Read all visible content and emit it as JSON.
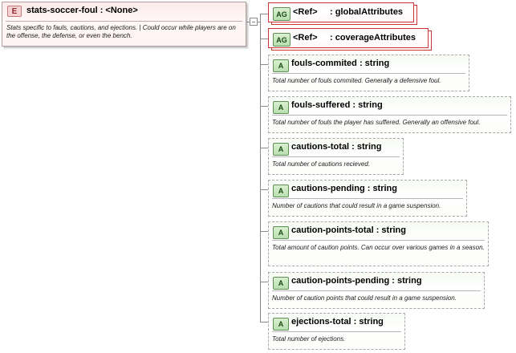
{
  "element": {
    "badge": "E",
    "title": "stats-soccer-foul : <None>",
    "doc": "Stats specific to fauls, cautions, and ejections. | Could occur while players are on the offense, the defense, or even the bench."
  },
  "attribute_groups": [
    {
      "badge": "AG",
      "ref": "<Ref>",
      "name": ": globalAttributes"
    },
    {
      "badge": "AG",
      "ref": "<Ref>",
      "name": ": coverageAttributes"
    }
  ],
  "attributes": [
    {
      "badge": "A",
      "title": "fouls-commited : string",
      "doc": "Total number of fouls commited. Generally a defensive foul."
    },
    {
      "badge": "A",
      "title": "fouls-suffered : string",
      "doc": "Total number of fouls the player has suffered. Generally an offensive foul."
    },
    {
      "badge": "A",
      "title": "cautions-total : string",
      "doc": "Total number of cautions recieved."
    },
    {
      "badge": "A",
      "title": "cautions-pending : string",
      "doc": "Number of cautions that could result in a game suspension."
    },
    {
      "badge": "A",
      "title": "caution-points-total : string",
      "doc": "Total amount of caution points. Can occur over various games in a season."
    },
    {
      "badge": "A",
      "title": "caution-points-pending : string",
      "doc": "Number of caution points that could result in a game suspension."
    },
    {
      "badge": "A",
      "title": "ejections-total : string",
      "doc": "Total number of ejections."
    }
  ]
}
